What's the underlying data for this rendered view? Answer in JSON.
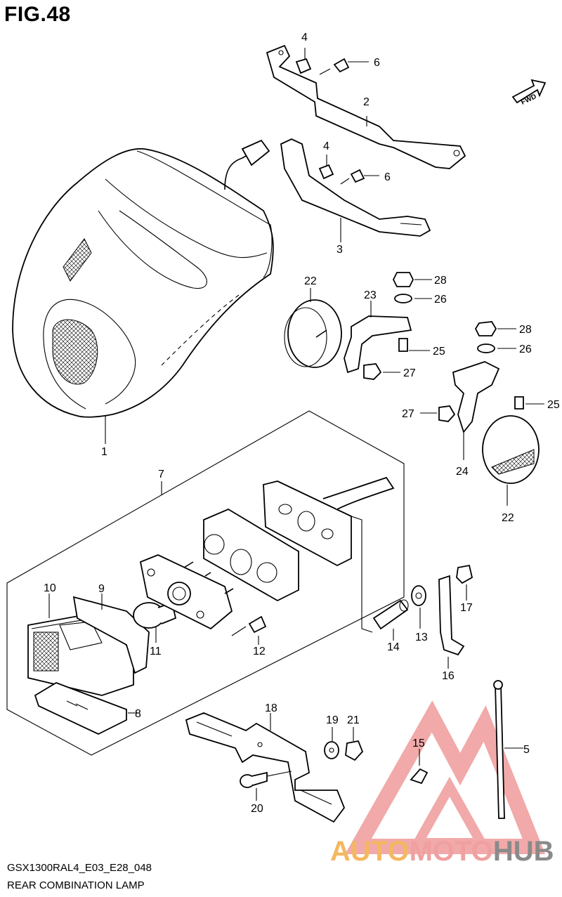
{
  "figure": {
    "title": "FIG.48",
    "fwd_label": "FWD"
  },
  "footer": {
    "model_code": "GSX1300RAL4_E03_E28_048",
    "section_name": "REAR COMBINATION LAMP"
  },
  "watermark": {
    "part1": "AUTO",
    "part2": "MOTO",
    "part3": "HUB",
    "color_red": "#f0a0a0",
    "color_orange": "#f4b860",
    "color_gray": "#8a8a8a"
  },
  "callouts": {
    "c1": "1",
    "c2": "2",
    "c3": "3",
    "c4a": "4",
    "c4b": "4",
    "c5": "5",
    "c6a": "6",
    "c6b": "6",
    "c7": "7",
    "c8": "8",
    "c9": "9",
    "c10": "10",
    "c11": "11",
    "c12": "12",
    "c13": "13",
    "c14": "14",
    "c15": "15",
    "c16": "16",
    "c17": "17",
    "c18": "18",
    "c19": "19",
    "c20": "20",
    "c21": "21",
    "c22a": "22",
    "c22b": "22",
    "c23": "23",
    "c24": "24",
    "c25a": "25",
    "c25b": "25",
    "c26a": "26",
    "c26b": "26",
    "c27a": "27",
    "c27b": "27",
    "c28a": "28",
    "c28b": "28"
  }
}
